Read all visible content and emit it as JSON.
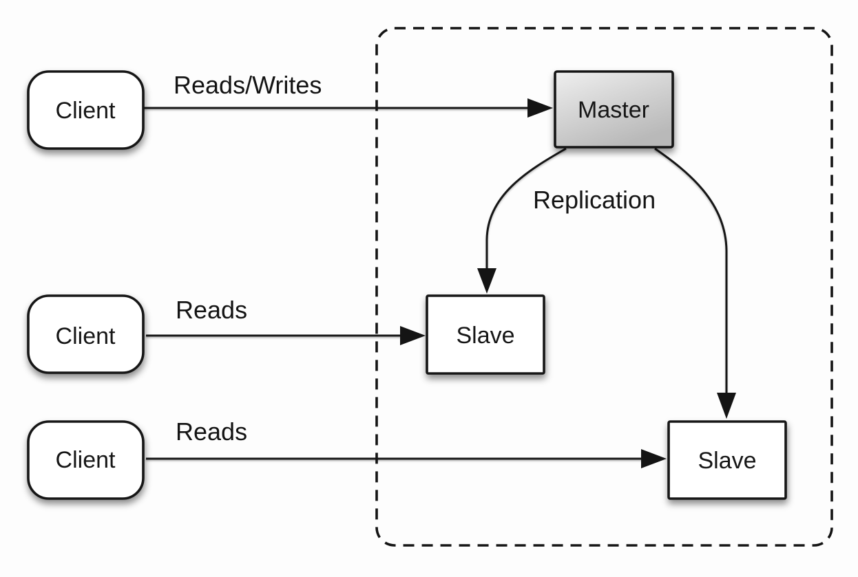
{
  "diagram": {
    "type": "architecture-diagram",
    "topic": "master-slave-replication",
    "clients": [
      {
        "label": "Client"
      },
      {
        "label": "Client"
      },
      {
        "label": "Client"
      }
    ],
    "nodes": {
      "master": {
        "label": "Master"
      },
      "slave1": {
        "label": "Slave"
      },
      "slave2": {
        "label": "Slave"
      }
    },
    "edges": [
      {
        "id": "client1-master",
        "label": "Reads/Writes",
        "from": "client-1",
        "to": "master"
      },
      {
        "id": "client2-slave1",
        "label": "Reads",
        "from": "client-2",
        "to": "slave-1"
      },
      {
        "id": "client3-slave2",
        "label": "Reads",
        "from": "client-3",
        "to": "slave-2"
      },
      {
        "id": "master-slaves",
        "label": "Replication",
        "from": "master",
        "to": "slave-1 / slave-2"
      }
    ],
    "colors": {
      "stroke": "#141414",
      "text": "#141414",
      "box_fill": "#ffffff",
      "master_gradient_top": "#efefef",
      "master_gradient_bottom": "#b9b9b9",
      "background": "#fdfdfd"
    }
  }
}
